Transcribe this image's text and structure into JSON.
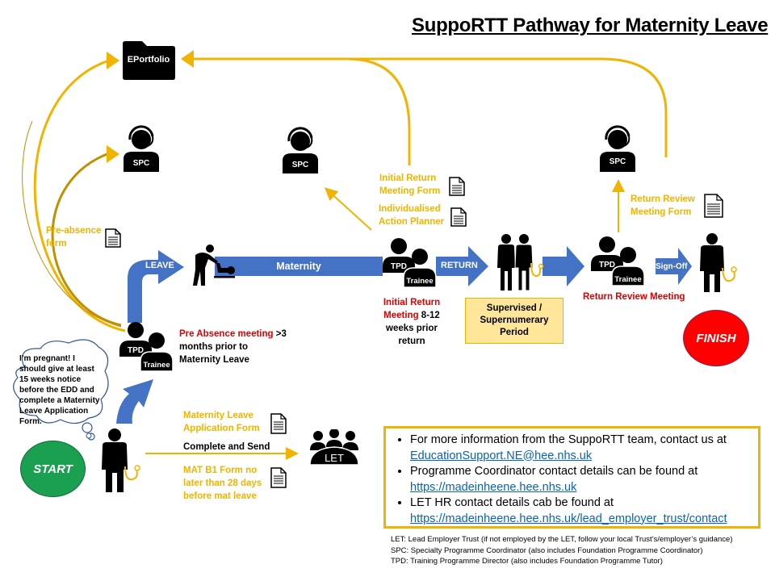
{
  "title": "SuppoRTT Pathway for Maternity Leave",
  "colors": {
    "arrow_blue": "#4472c4",
    "flow_orange": "#f0b400",
    "curve_gold": "#c09000",
    "red_text": "#e00000",
    "start_green": "#1aa050",
    "finish_red": "#ff0000",
    "period_fill": "#ffe699",
    "link_blue": "#0563c1"
  },
  "nodes": {
    "eportfolio": {
      "label": "EPortfolio",
      "icon": "folder-icon"
    },
    "spc_left": {
      "label": "SPC",
      "icon": "headset-person-icon"
    },
    "spc_middle": {
      "label": "SPC",
      "icon": "headset-person-icon"
    },
    "spc_right": {
      "label": "SPC",
      "icon": "headset-person-icon"
    },
    "pre_absence_meeting": {
      "tpd": "TPD",
      "trainee": "Trainee"
    },
    "initial_return_meeting": {
      "tpd": "TPD",
      "trainee": "Trainee"
    },
    "return_review_meeting": {
      "tpd": "TPD",
      "trainee": "Trainee"
    },
    "let": {
      "label": "LET",
      "icon": "group-icon"
    },
    "start": {
      "label": "START"
    },
    "finish": {
      "label": "FINISH"
    }
  },
  "arrows": {
    "leave": "LEAVE",
    "maternity": "Maternity",
    "return": "RETURN",
    "sign_off": "Sign-Off"
  },
  "forms": {
    "pre_absence": [
      "Pre-absence",
      "form"
    ],
    "initial_return_form": [
      "Initial  Return",
      "Meeting Form"
    ],
    "action_planner": [
      "Individualised",
      "Action Planner"
    ],
    "return_review_form": [
      "Return Review",
      "Meeting Form"
    ],
    "mat_leave_app": [
      "Maternity Leave",
      "Application  Form"
    ],
    "mat_b1": [
      "MAT B1 Form no",
      "later than 28 days",
      "before mat leave"
    ]
  },
  "labels": {
    "pre_absence_red": "Pre Absence meeting",
    "pre_absence_rest1": " >3",
    "pre_absence_rest2": "months prior to",
    "pre_absence_rest3": "Maternity Leave",
    "initial_red1": "Initial  Return",
    "initial_red2": "Meeting",
    "initial_rest2": " 8-12",
    "initial_rest3": "weeks prior",
    "initial_rest4": "return",
    "supervised": [
      "Supervised /",
      "Supernumerary",
      "Period"
    ],
    "return_review_meeting": "Return Review Meeting",
    "complete_send": "Complete and Send"
  },
  "thought_bubble": "I’m pregnant! I should give at least 15 weeks notice before the EDD and complete a Maternity Leave Application Form.",
  "info_box": {
    "items": [
      {
        "text": "For more information from the SuppoRTT team, contact us at",
        "link": "EducationSupport.NE@hee.nhs.uk"
      },
      {
        "text": "Programme  Coordinator contact  details can be found at",
        "link": "https://madeinheene.hee.nhs.uk"
      },
      {
        "text": "LET HR contact details cab be found at",
        "link": "https://madeinheene.hee.nhs.uk/lead_employer_trust/contact"
      }
    ]
  },
  "legend": [
    "LET: Lead Employer Trust (if not employed by the LET, follow your local Trust’s/employer’s guidance)",
    "SPC: Specialty Programme Coordinator (also includes Foundation Programme Coordinator)",
    "TPD: Training Programme Director (also includes Foundation Programme Tutor)"
  ]
}
